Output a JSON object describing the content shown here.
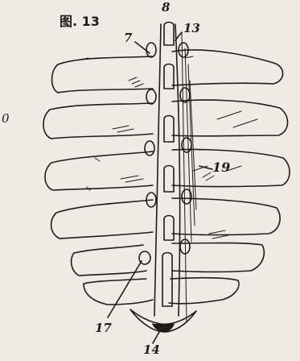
{
  "figure": {
    "title": "图. 13"
  },
  "labels": {
    "l8": "8",
    "l13": "13",
    "l7": "7",
    "l0": "0",
    "l19": "19",
    "l17": "17",
    "l14": "14"
  },
  "colors": {
    "paper": "#ecebe6",
    "ink": "#1c1c1c"
  }
}
